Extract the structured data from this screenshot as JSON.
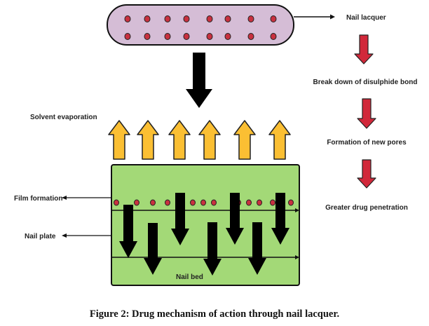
{
  "diagram": {
    "top_right_label": "Nail lacquer",
    "steps": [
      "Break down of disulphide bond",
      "Formation of new pores",
      "Greater drug penetration"
    ],
    "left_labels": {
      "solvent": "Solvent evaporation",
      "film": "Film formation",
      "plate": "Nail plate"
    },
    "nail_bed": "Nail bed",
    "caption": "Figure 2: Drug mechanism of action through nail lacquer.",
    "colors": {
      "lacquer_fill": "#d5bdd6",
      "drop_fill": "#c8313f",
      "evap_arrow": "#fbbf33",
      "step_arrow": "#d1283a",
      "nail_fill": "#a3d977",
      "arrow_black": "#000000"
    }
  }
}
